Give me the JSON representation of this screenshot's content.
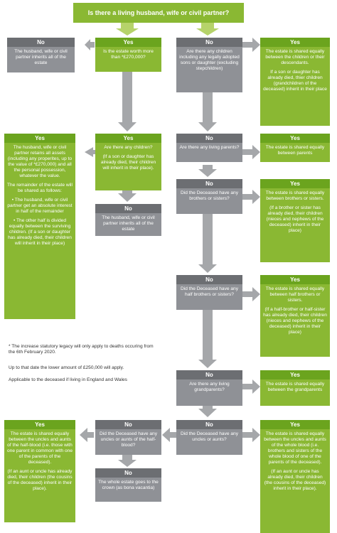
{
  "title": "Is there a living husband, wife or civil partner?",
  "labels": {
    "yes": "Yes",
    "no": "No"
  },
  "boxes": {
    "spouse_no": "The husband, wife or civil partner inherits all of the estate",
    "estate_worth": "Is the estate worth more than *£270,000?",
    "any_children": "Are there any children including any legally adopted sons or daughter (excluding stepchildren)",
    "children_share": [
      "The estate is shared equally between the children or their descendants.",
      "If a son or daughter has already died, thier children (grandchildren of the deceased) inherit in their place"
    ],
    "spouse_retains_p1": "The husband, wife or civil partner retains all assets (including any properites, up to the value of *£270,000) and all the personal possession, whatever the value.",
    "spouse_retains_p2": "The remainder of the estate will be shared as follows:",
    "spouse_retains_b1": "• The husband, wife or civil partner get an absolute interest in half of the remainder",
    "spouse_retains_b2": "• The other half is divided equally between the surviving children. (If a son or daughter has already died, their children will inherit in their place)",
    "children_q": [
      "Are there any children?",
      "(If a son or daughter has already died, their children will inherit in their place)."
    ],
    "spouse_all": "The husband, wife or civil partner inherits all of the estate",
    "living_parents": "Are there any living parents?",
    "parents_share": "The estate is shared equally between parents",
    "brothers_sisters": "Did the Deceased have any brothers or sisters?",
    "siblings_share": [
      "The estate is shared equally between brothers or sisters.",
      "(If a brother or sister has already died, their children (nieces and nephews of the deceased) inherit in their place)"
    ],
    "half_siblings": "Did the Deceased have any half brothers or sisters?",
    "half_siblings_share": [
      "The estate is shared equally between half brothers or sisters.",
      "(If a half-brother or half-sister has already died, their children (nieces and nephews of the deceased) inherit in their place)"
    ],
    "grandparents": "Are there any living grandparents?",
    "grandparents_share": "The estate is shared equally between the grandparents",
    "uncles_aunts": "Did the Deceased have any uncles or aunts?",
    "uncles_whole_share": [
      "The estate is shared equally between the uncles and aunts of the whole blood (i.e. brothers and sisters of the whole blood of one of the parents of the deceased).",
      "(If an aunt or uncle has already died, their children (the cousins of the deceased) inherit in their place)."
    ],
    "half_uncles": "Did the Deceased have any uncles or aunts of the half-blood?",
    "half_uncles_share": [
      "The estate is shared equally between the uncles and aunts of the half-blood (i.e. those with one parent in common with one of the parents of the deceased).",
      "(If an aunt or uncle has already died, their children (the cousins of the deceased) inherit in their place)."
    ],
    "crown": "The whole estate goes to the crown (as bona vacantia)"
  },
  "notes": {
    "n1": "* The increase statutory legacy will only apply to deaths occuring from the 6th February 2020.",
    "n2": "Up to that date the lower amount of £250,000 will apply.",
    "n3": "Applicable to the deceased if living in England and Wales"
  },
  "colors": {
    "green": "#8ab833",
    "green_header": "#6ba41e",
    "grey": "#8f9196",
    "grey_header": "#6c6e72",
    "arrow_green": "#b6d36a",
    "arrow_grey": "#a5a7aa"
  }
}
